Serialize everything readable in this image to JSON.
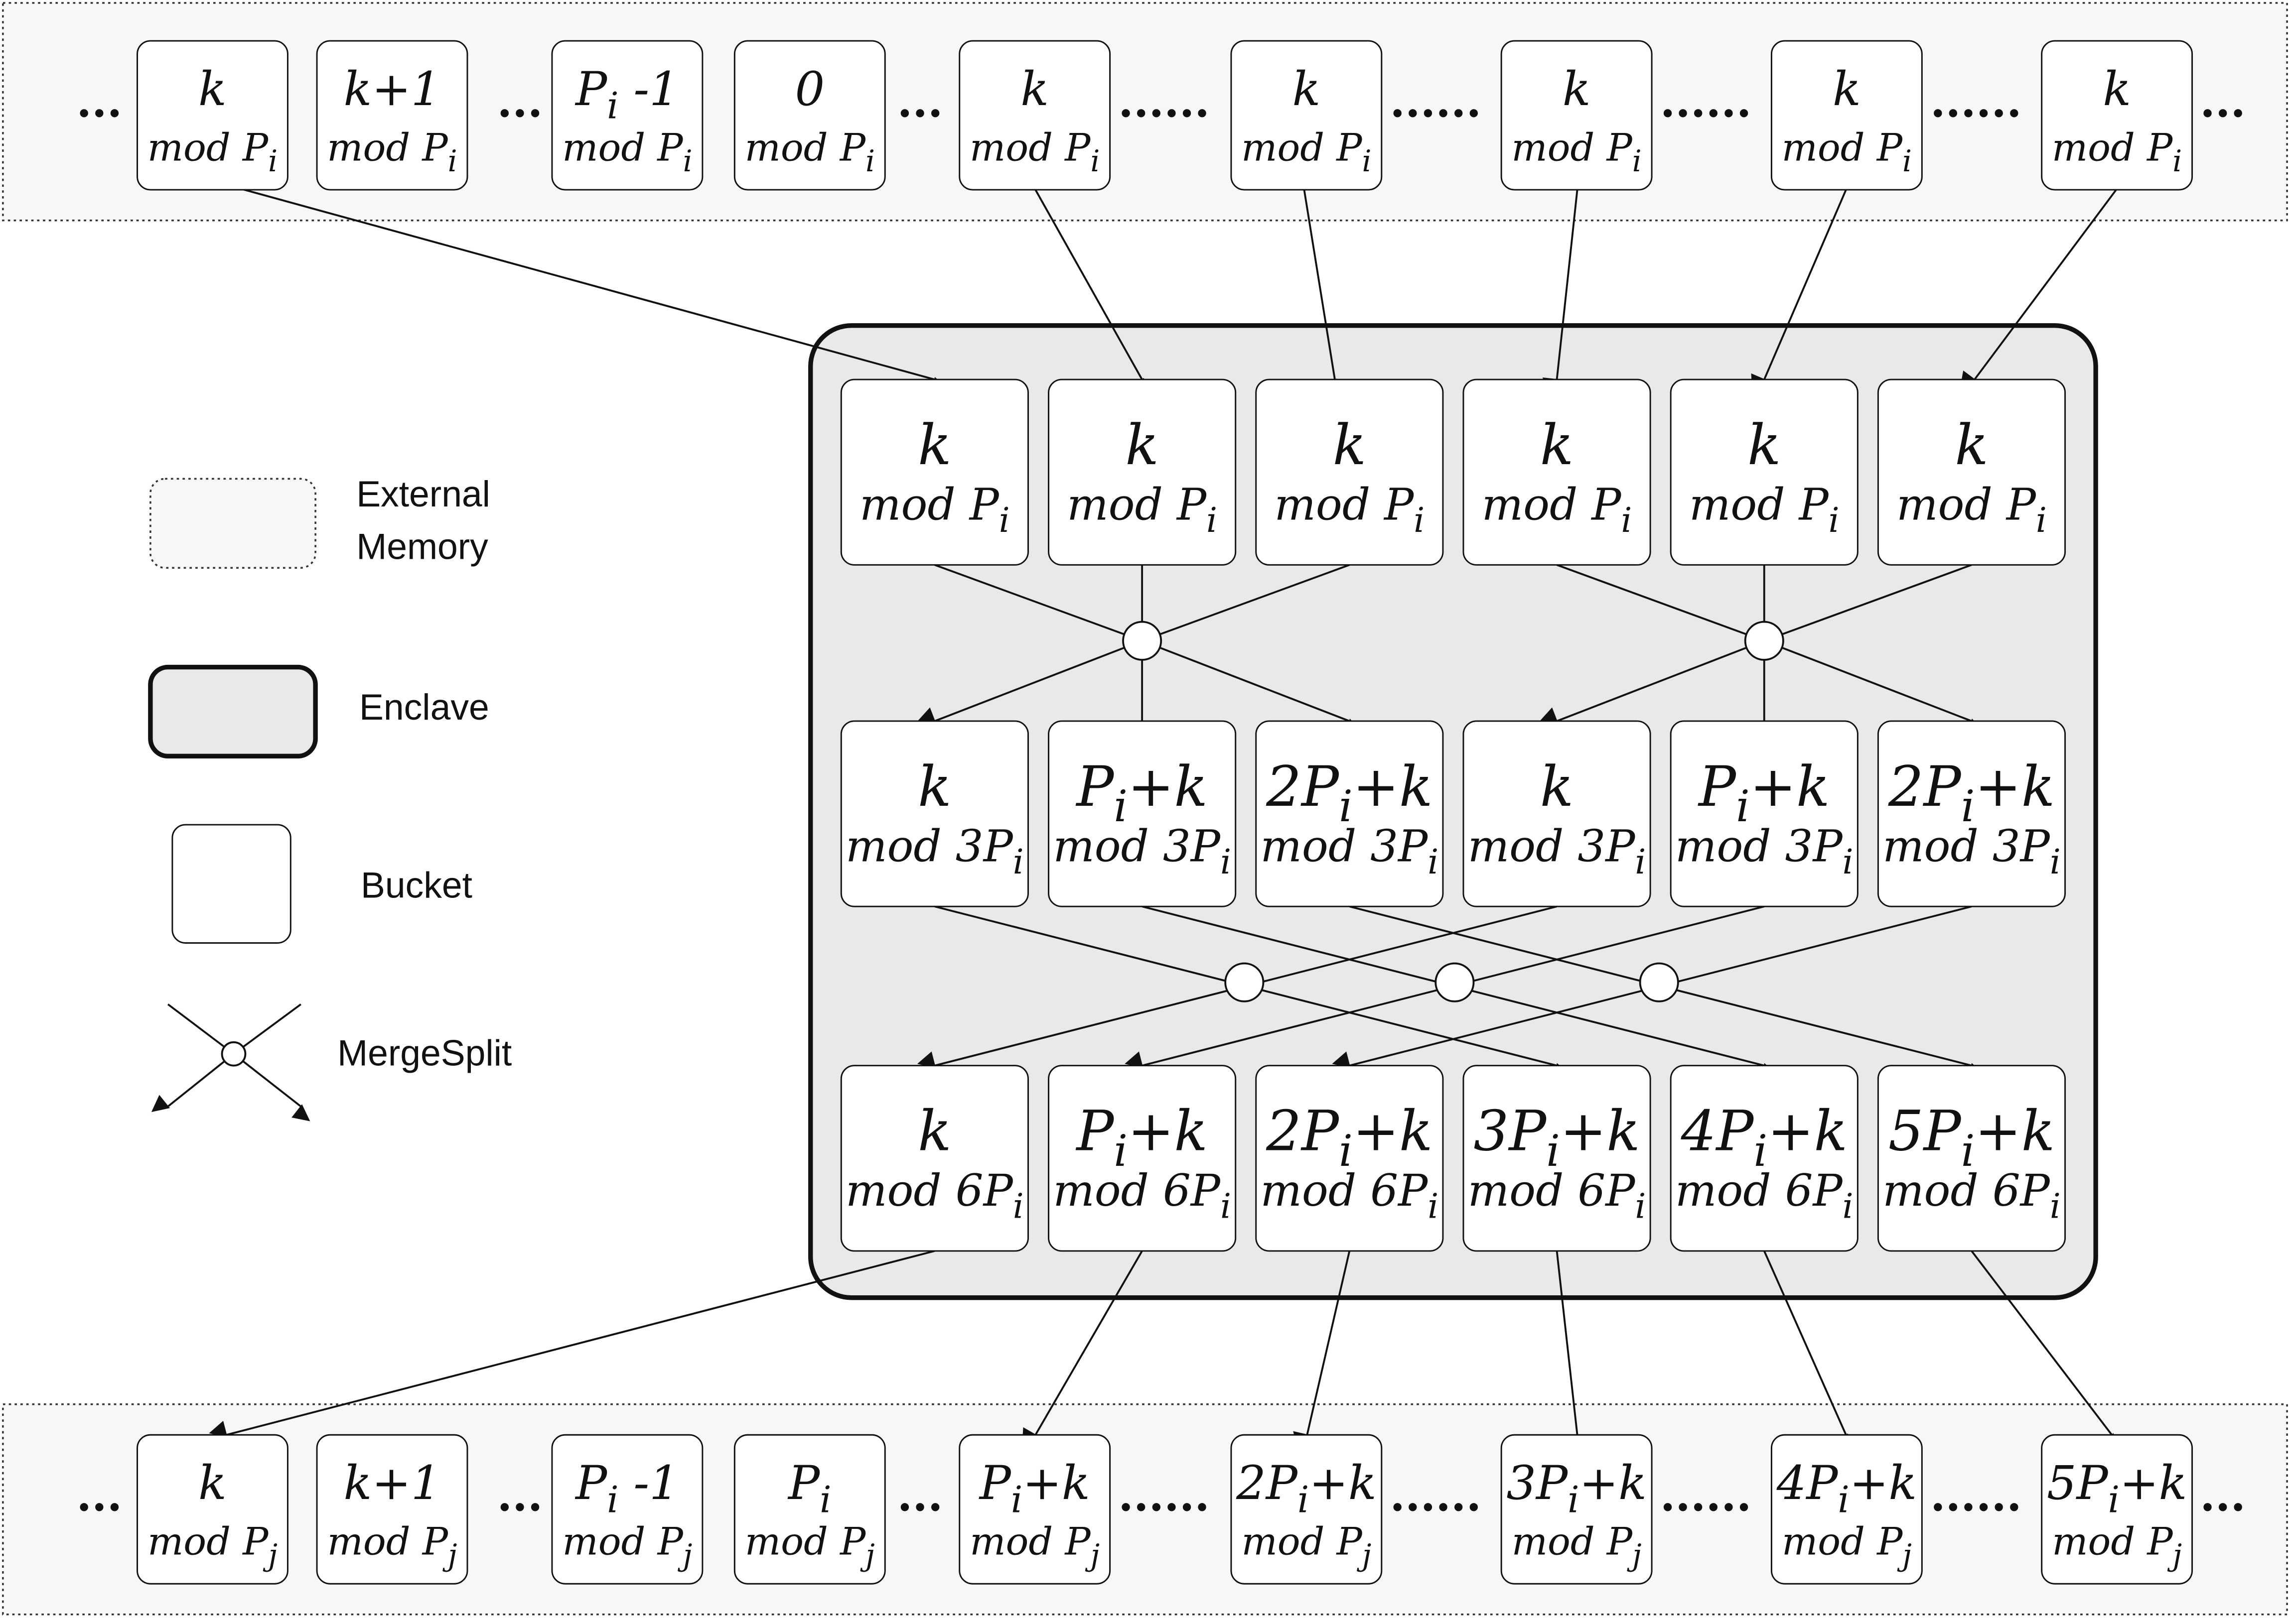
{
  "top_row": {
    "items": [
      {
        "kind": "dots",
        "text": "..."
      },
      {
        "kind": "box",
        "l1": [
          [
            "k"
          ]
        ],
        "l2": [
          [
            "mod P"
          ],
          [
            "i",
            "sub"
          ]
        ]
      },
      {
        "kind": "box",
        "l1": [
          [
            "k+1"
          ]
        ],
        "l2": [
          [
            "mod P"
          ],
          [
            "i",
            "sub"
          ]
        ]
      },
      {
        "kind": "dots",
        "text": "..."
      },
      {
        "kind": "box",
        "l1": [
          [
            "P"
          ],
          [
            "i",
            "sub"
          ],
          [
            " -1"
          ]
        ],
        "l2": [
          [
            "mod P"
          ],
          [
            "i",
            "sub"
          ]
        ]
      },
      {
        "kind": "box",
        "l1": [
          [
            "0"
          ]
        ],
        "l2": [
          [
            "mod P"
          ],
          [
            "i",
            "sub"
          ]
        ]
      },
      {
        "kind": "dots",
        "text": "..."
      },
      {
        "kind": "box",
        "l1": [
          [
            "k"
          ]
        ],
        "l2": [
          [
            "mod P"
          ],
          [
            "i",
            "sub"
          ]
        ]
      },
      {
        "kind": "dots",
        "text": "......"
      },
      {
        "kind": "box",
        "l1": [
          [
            "k"
          ]
        ],
        "l2": [
          [
            "mod P"
          ],
          [
            "i",
            "sub"
          ]
        ]
      },
      {
        "kind": "dots",
        "text": "......"
      },
      {
        "kind": "box",
        "l1": [
          [
            "k"
          ]
        ],
        "l2": [
          [
            "mod P"
          ],
          [
            "i",
            "sub"
          ]
        ]
      },
      {
        "kind": "dots",
        "text": "......"
      },
      {
        "kind": "box",
        "l1": [
          [
            "k"
          ]
        ],
        "l2": [
          [
            "mod P"
          ],
          [
            "i",
            "sub"
          ]
        ]
      },
      {
        "kind": "dots",
        "text": "......"
      },
      {
        "kind": "box",
        "l1": [
          [
            "k"
          ]
        ],
        "l2": [
          [
            "mod P"
          ],
          [
            "i",
            "sub"
          ]
        ]
      },
      {
        "kind": "dots",
        "text": "..."
      }
    ]
  },
  "bottom_row": {
    "items": [
      {
        "kind": "dots",
        "text": "..."
      },
      {
        "kind": "box",
        "l1": [
          [
            "k"
          ]
        ],
        "l2": [
          [
            "mod P"
          ],
          [
            "j",
            "sub"
          ]
        ]
      },
      {
        "kind": "box",
        "l1": [
          [
            "k+1"
          ]
        ],
        "l2": [
          [
            "mod P"
          ],
          [
            "j",
            "sub"
          ]
        ]
      },
      {
        "kind": "dots",
        "text": "..."
      },
      {
        "kind": "box",
        "l1": [
          [
            "P"
          ],
          [
            "i",
            "sub"
          ],
          [
            " -1"
          ]
        ],
        "l2": [
          [
            "mod P"
          ],
          [
            "j",
            "sub"
          ]
        ]
      },
      {
        "kind": "box",
        "l1": [
          [
            "P"
          ],
          [
            "i",
            "sub"
          ]
        ],
        "l2": [
          [
            "mod P"
          ],
          [
            "j",
            "sub"
          ]
        ]
      },
      {
        "kind": "dots",
        "text": "..."
      },
      {
        "kind": "box",
        "l1": [
          [
            "P"
          ],
          [
            "i",
            "sub"
          ],
          [
            "+k"
          ]
        ],
        "l2": [
          [
            "mod P"
          ],
          [
            "j",
            "sub"
          ]
        ]
      },
      {
        "kind": "dots",
        "text": "......"
      },
      {
        "kind": "box",
        "l1": [
          [
            "2P"
          ],
          [
            "i",
            "sub"
          ],
          [
            "+k"
          ]
        ],
        "l2": [
          [
            "mod P"
          ],
          [
            "j",
            "sub"
          ]
        ]
      },
      {
        "kind": "dots",
        "text": "......"
      },
      {
        "kind": "box",
        "l1": [
          [
            "3P"
          ],
          [
            "i",
            "sub"
          ],
          [
            "+k"
          ]
        ],
        "l2": [
          [
            "mod P"
          ],
          [
            "j",
            "sub"
          ]
        ]
      },
      {
        "kind": "dots",
        "text": "......"
      },
      {
        "kind": "box",
        "l1": [
          [
            "4P"
          ],
          [
            "i",
            "sub"
          ],
          [
            "+k"
          ]
        ],
        "l2": [
          [
            "mod P"
          ],
          [
            "j",
            "sub"
          ]
        ]
      },
      {
        "kind": "dots",
        "text": "......"
      },
      {
        "kind": "box",
        "l1": [
          [
            "5P"
          ],
          [
            "i",
            "sub"
          ],
          [
            "+k"
          ]
        ],
        "l2": [
          [
            "mod P"
          ],
          [
            "j",
            "sub"
          ]
        ]
      },
      {
        "kind": "dots",
        "text": "..."
      }
    ]
  },
  "enclave_rows": [
    [
      {
        "l1": [
          [
            "k"
          ]
        ],
        "l2": [
          [
            "mod P"
          ],
          [
            "i",
            "sub"
          ]
        ]
      },
      {
        "l1": [
          [
            "k"
          ]
        ],
        "l2": [
          [
            "mod P"
          ],
          [
            "i",
            "sub"
          ]
        ]
      },
      {
        "l1": [
          [
            "k"
          ]
        ],
        "l2": [
          [
            "mod P"
          ],
          [
            "i",
            "sub"
          ]
        ]
      },
      {
        "l1": [
          [
            "k"
          ]
        ],
        "l2": [
          [
            "mod P"
          ],
          [
            "i",
            "sub"
          ]
        ]
      },
      {
        "l1": [
          [
            "k"
          ]
        ],
        "l2": [
          [
            "mod P"
          ],
          [
            "i",
            "sub"
          ]
        ]
      },
      {
        "l1": [
          [
            "k"
          ]
        ],
        "l2": [
          [
            "mod P"
          ],
          [
            "i",
            "sub"
          ]
        ]
      }
    ],
    [
      {
        "l1": [
          [
            "k"
          ]
        ],
        "l2": [
          [
            "mod 3P"
          ],
          [
            "i",
            "sub"
          ]
        ]
      },
      {
        "l1": [
          [
            "P"
          ],
          [
            "i",
            "sub"
          ],
          [
            "+k"
          ]
        ],
        "l2": [
          [
            "mod 3P"
          ],
          [
            "i",
            "sub"
          ]
        ]
      },
      {
        "l1": [
          [
            "2P"
          ],
          [
            "i",
            "sub"
          ],
          [
            "+k"
          ]
        ],
        "l2": [
          [
            "mod 3P"
          ],
          [
            "i",
            "sub"
          ]
        ]
      },
      {
        "l1": [
          [
            "k"
          ]
        ],
        "l2": [
          [
            "mod 3P"
          ],
          [
            "i",
            "sub"
          ]
        ]
      },
      {
        "l1": [
          [
            "P"
          ],
          [
            "i",
            "sub"
          ],
          [
            "+k"
          ]
        ],
        "l2": [
          [
            "mod 3P"
          ],
          [
            "i",
            "sub"
          ]
        ]
      },
      {
        "l1": [
          [
            "2P"
          ],
          [
            "i",
            "sub"
          ],
          [
            "+k"
          ]
        ],
        "l2": [
          [
            "mod 3P"
          ],
          [
            "i",
            "sub"
          ]
        ]
      }
    ],
    [
      {
        "l1": [
          [
            "k"
          ]
        ],
        "l2": [
          [
            "mod 6P"
          ],
          [
            "i",
            "sub"
          ]
        ]
      },
      {
        "l1": [
          [
            "P"
          ],
          [
            "i",
            "sub"
          ],
          [
            "+k"
          ]
        ],
        "l2": [
          [
            "mod 6P"
          ],
          [
            "i",
            "sub"
          ]
        ]
      },
      {
        "l1": [
          [
            "2P"
          ],
          [
            "i",
            "sub"
          ],
          [
            "+k"
          ]
        ],
        "l2": [
          [
            "mod 6P"
          ],
          [
            "i",
            "sub"
          ]
        ]
      },
      {
        "l1": [
          [
            "3P"
          ],
          [
            "i",
            "sub"
          ],
          [
            "+k"
          ]
        ],
        "l2": [
          [
            "mod 6P"
          ],
          [
            "i",
            "sub"
          ]
        ]
      },
      {
        "l1": [
          [
            "4P"
          ],
          [
            "i",
            "sub"
          ],
          [
            "+k"
          ]
        ],
        "l2": [
          [
            "mod 6P"
          ],
          [
            "i",
            "sub"
          ]
        ]
      },
      {
        "l1": [
          [
            "5P"
          ],
          [
            "i",
            "sub"
          ],
          [
            "+k"
          ]
        ],
        "l2": [
          [
            "mod 6P"
          ],
          [
            "i",
            "sub"
          ]
        ]
      }
    ]
  ],
  "legend": {
    "external_memory": [
      "External",
      "Memory"
    ],
    "enclave": "Enclave",
    "bucket": "Bucket",
    "mergesplit": "MergeSplit"
  },
  "colors": {
    "external_fill": "#f7f7f7",
    "enclave_fill": "#e9e9e9",
    "bucket_fill": "#ffffff",
    "stroke": "#111111"
  }
}
